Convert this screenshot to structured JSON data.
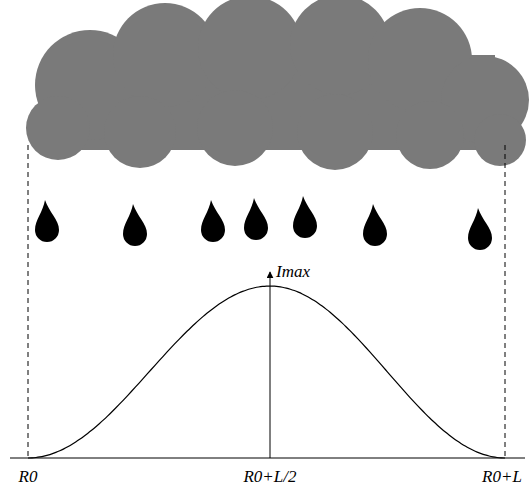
{
  "diagram": {
    "labels": [
      "Imax",
      "R0",
      "R0+L/2",
      "R0+L"
    ]
  }
}
